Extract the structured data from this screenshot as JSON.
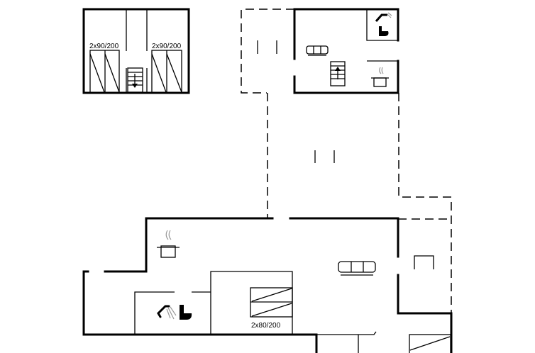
{
  "floorplan": {
    "upper_left": {
      "bed_labels": [
        "2x90/200",
        "2x90/200"
      ]
    },
    "lower": {
      "bed_label": "2x80/200"
    },
    "icons": [
      "stairs-down-icon",
      "stairs-up-icon",
      "sofa-icon",
      "cooking-pot-icon",
      "shower-icon",
      "toilet-icon",
      "bed-icon",
      "table-icon"
    ]
  }
}
